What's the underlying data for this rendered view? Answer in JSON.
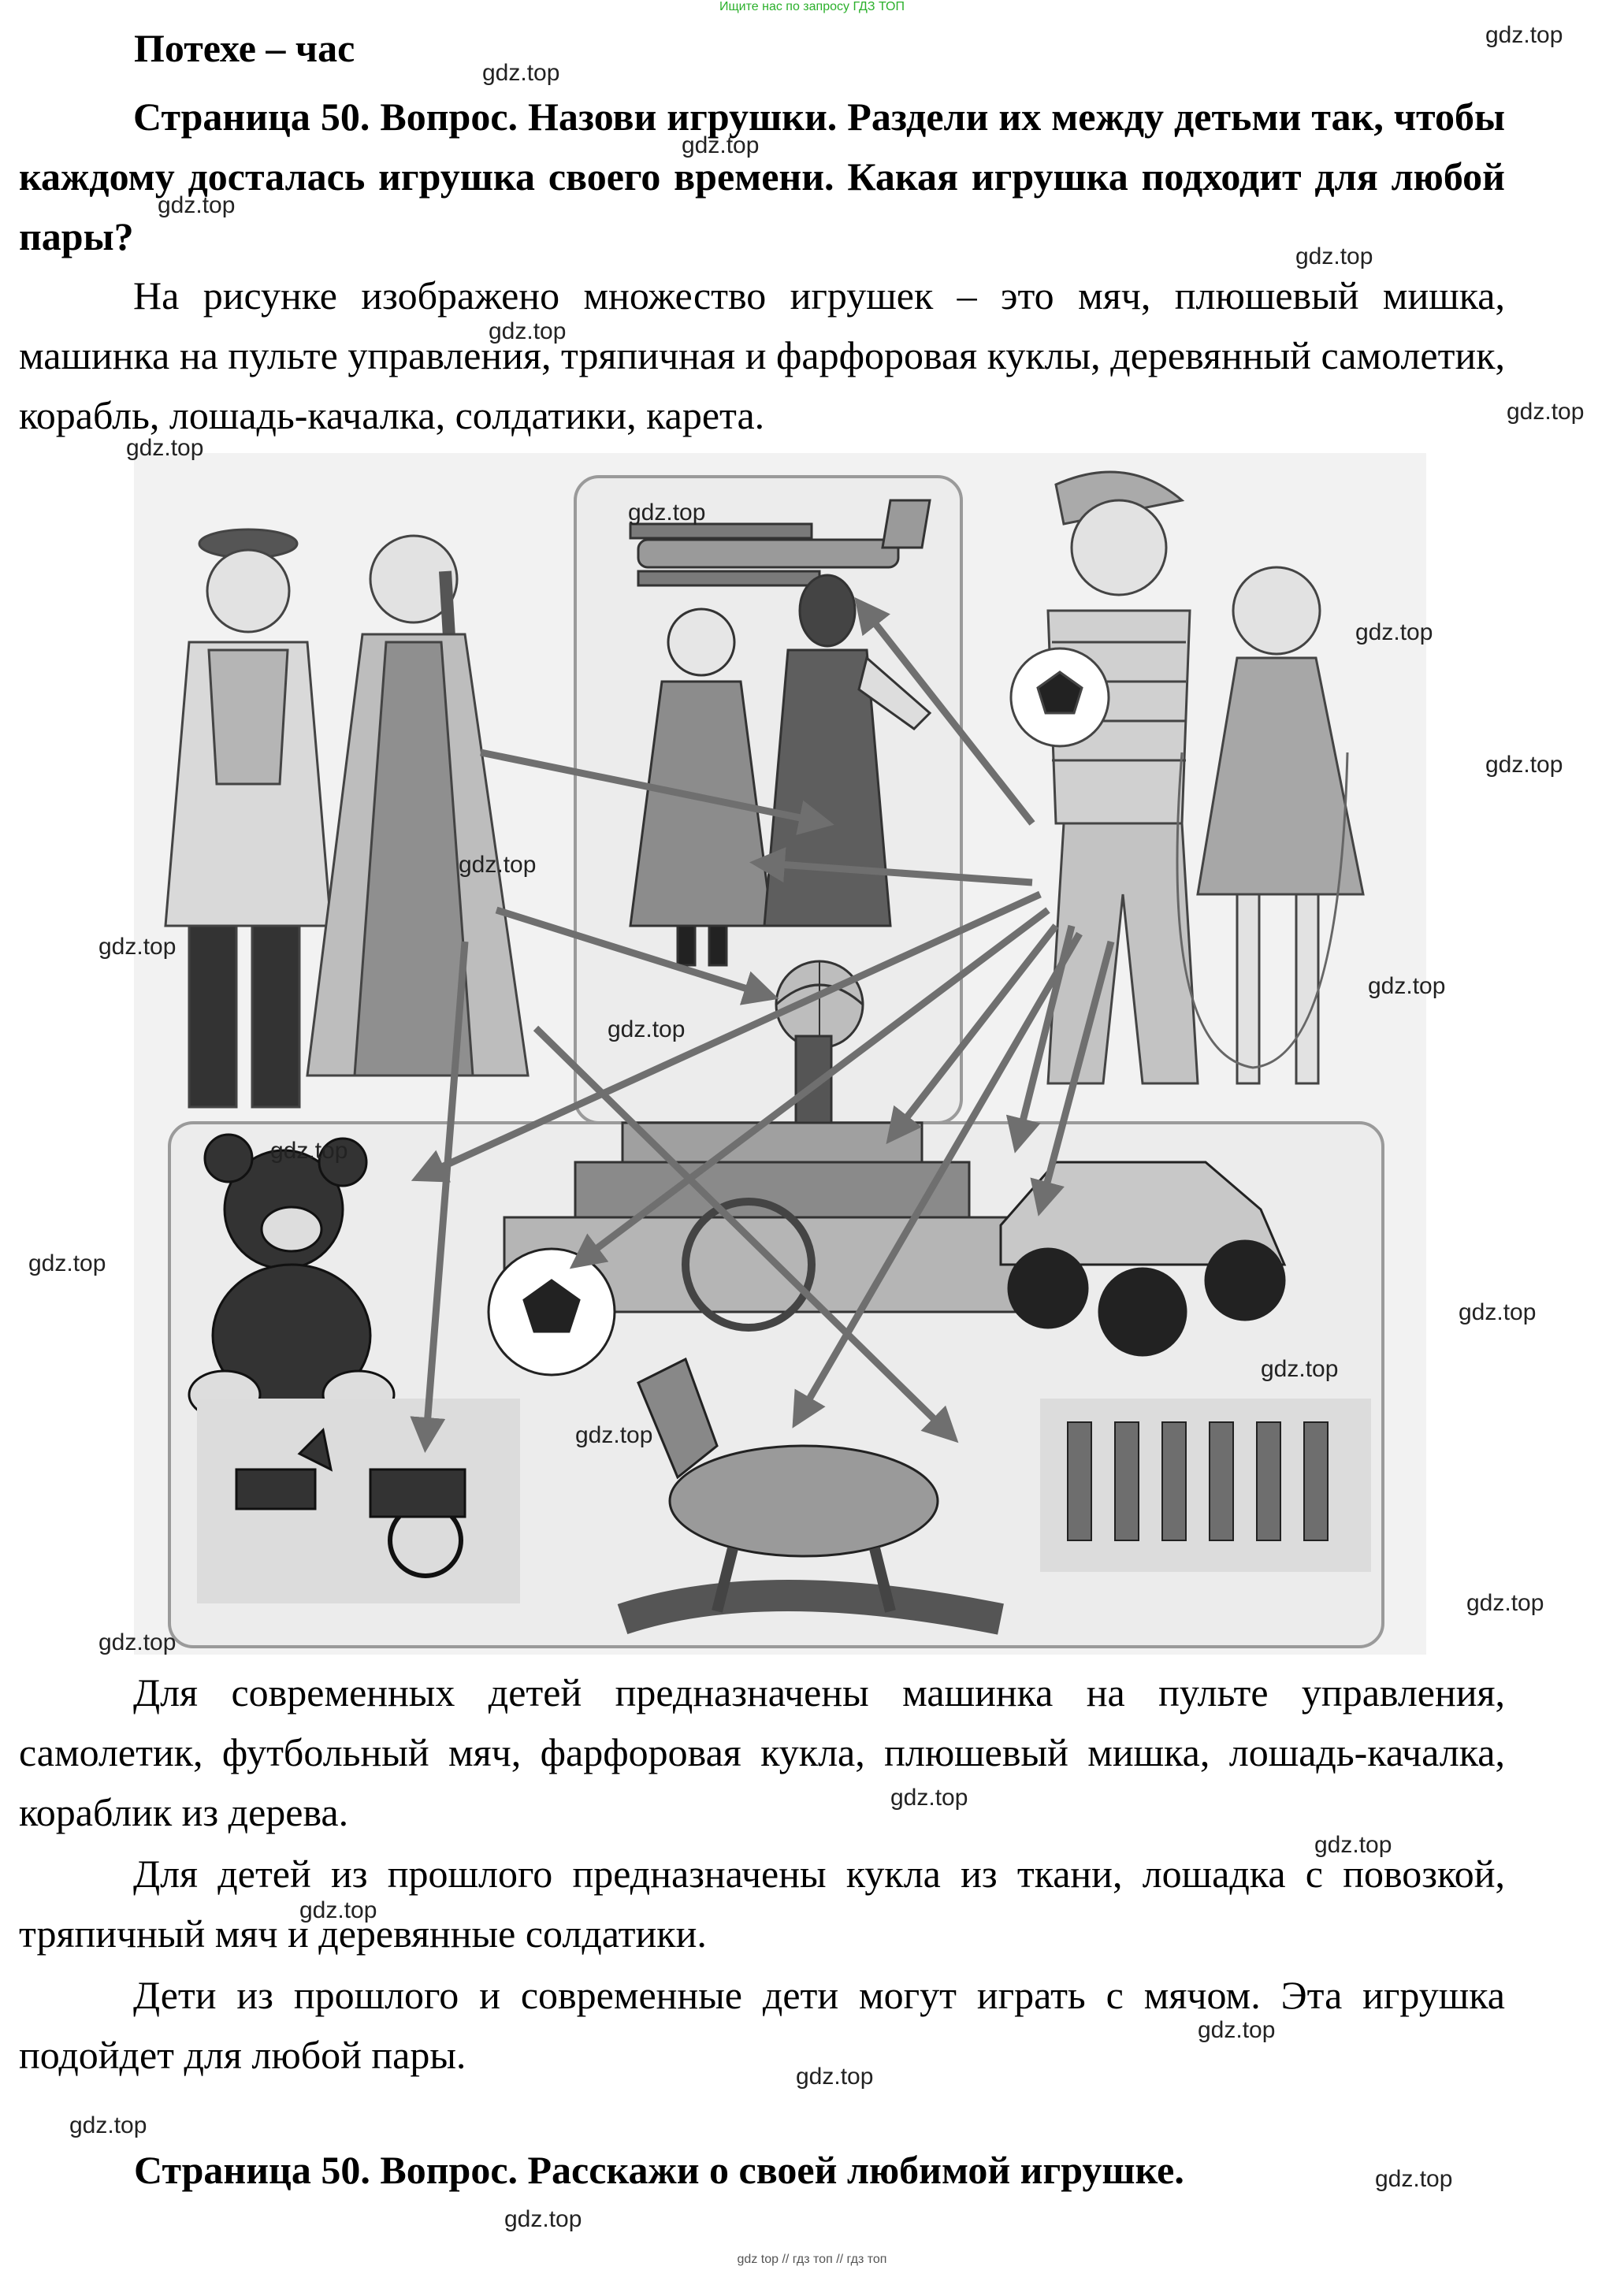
{
  "banner": "Ищите нас по запросу ГДЗ ТОП",
  "title": "Потехе – час",
  "question1": "Страница 50. Вопрос. Назови игрушки. Раздели их между детьми так, чтобы каждому досталась игрушка своего времени. Какая игрушка подходит для любой пары?",
  "answer_p1": "На рисунке изображено множество игрушек – это мяч, плюшевый мишка, машинка на пульте управления, тряпичная и фарфоровая куклы, деревянный самолетик, корабль, лошадь-качалка, солдатики, карета.",
  "answer_p2": "Для современных детей предназначены машинка на пульте управления, самолетик, футбольный мяч, фарфоровая кукла, плюшевый мишка, лошадь-качалка, кораблик из дерева.",
  "answer_p3": "Для детей из прошлого предназначены кукла из ткани, лошадка с повозкой, тряпичный мяч и деревянные солдатики.",
  "answer_p4": "Дети из прошлого и современные дети могут играть с мячом. Эта игрушка подойдет для любой пары.",
  "question2": "Страница 50. Вопрос. Расскажи о своей любимой игрушке.",
  "watermark": "gdz.top",
  "footer": "gdz top  //  гдз топ  //  гдз топ"
}
